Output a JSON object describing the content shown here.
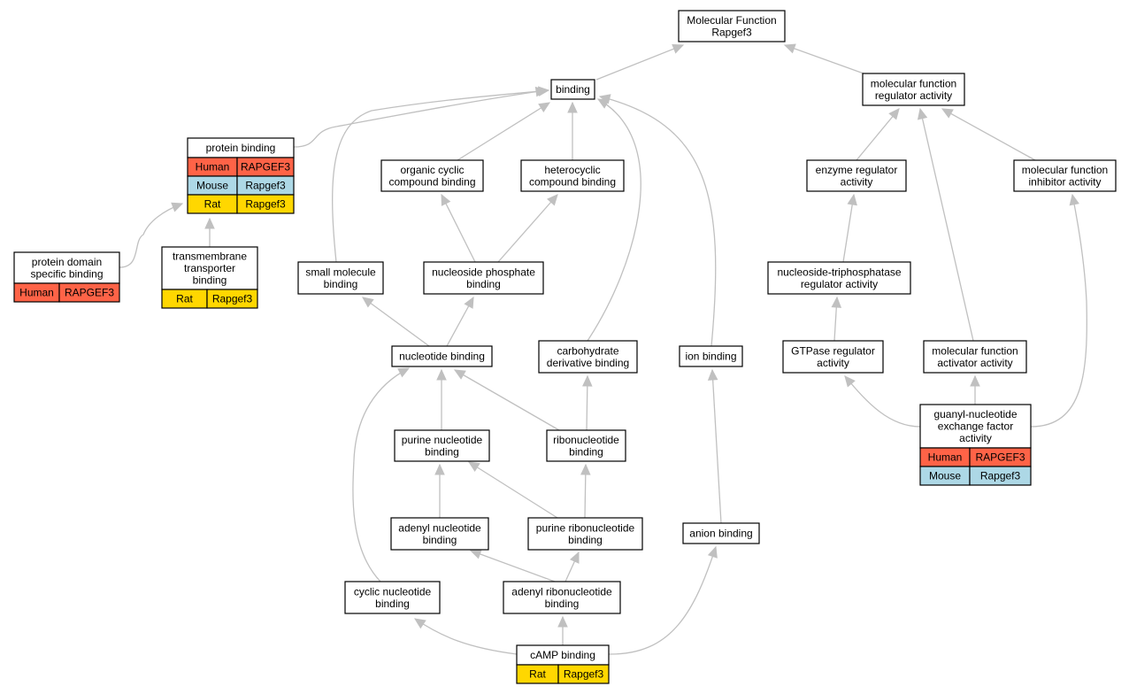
{
  "colors": {
    "edge": "#c0c0c0",
    "node_border": "#000000",
    "node_fill": "#ffffff",
    "human": "#ff6347",
    "mouse": "#add8e6",
    "rat": "#ffd700"
  },
  "nodes": {
    "root": {
      "lines": [
        "Molecular Function",
        "Rapgef3"
      ]
    },
    "binding": {
      "lines": [
        "binding"
      ]
    },
    "mf_regulator": {
      "lines": [
        "molecular function",
        "regulator activity"
      ]
    },
    "protein_binding": {
      "lines": [
        "protein binding"
      ],
      "species": [
        {
          "organism": "Human",
          "gene": "RAPGEF3",
          "color_key": "human"
        },
        {
          "organism": "Mouse",
          "gene": "Rapgef3",
          "color_key": "mouse"
        },
        {
          "organism": "Rat",
          "gene": "Rapgef3",
          "color_key": "rat"
        }
      ]
    },
    "organic_cyclic": {
      "lines": [
        "organic cyclic",
        "compound binding"
      ]
    },
    "heterocyclic": {
      "lines": [
        "heterocyclic",
        "compound binding"
      ]
    },
    "enzyme_reg": {
      "lines": [
        "enzyme regulator",
        "activity"
      ]
    },
    "mf_inhibitor": {
      "lines": [
        "molecular function",
        "inhibitor activity"
      ]
    },
    "protein_domain": {
      "lines": [
        "protein domain",
        "specific binding"
      ],
      "species": [
        {
          "organism": "Human",
          "gene": "RAPGEF3",
          "color_key": "human"
        }
      ]
    },
    "transmembrane": {
      "lines": [
        "transmembrane",
        "transporter",
        "binding"
      ],
      "species": [
        {
          "organism": "Rat",
          "gene": "Rapgef3",
          "color_key": "rat"
        }
      ]
    },
    "small_molecule": {
      "lines": [
        "small molecule",
        "binding"
      ]
    },
    "nucleoside_phosphate": {
      "lines": [
        "nucleoside phosphate",
        "binding"
      ]
    },
    "ntpase_reg": {
      "lines": [
        "nucleoside-triphosphatase",
        "regulator activity"
      ]
    },
    "nucleotide": {
      "lines": [
        "nucleotide binding"
      ]
    },
    "carbohydrate": {
      "lines": [
        "carbohydrate",
        "derivative binding"
      ]
    },
    "ion": {
      "lines": [
        "ion binding"
      ]
    },
    "gtpase_reg": {
      "lines": [
        "GTPase regulator",
        "activity"
      ]
    },
    "mf_activator": {
      "lines": [
        "molecular function",
        "activator activity"
      ]
    },
    "guanyl": {
      "lines": [
        "guanyl-nucleotide",
        "exchange factor",
        "activity"
      ],
      "species": [
        {
          "organism": "Human",
          "gene": "RAPGEF3",
          "color_key": "human"
        },
        {
          "organism": "Mouse",
          "gene": "Rapgef3",
          "color_key": "mouse"
        }
      ]
    },
    "purine_nucleotide": {
      "lines": [
        "purine nucleotide",
        "binding"
      ]
    },
    "ribonucleotide": {
      "lines": [
        "ribonucleotide",
        "binding"
      ]
    },
    "adenyl_nucleotide": {
      "lines": [
        "adenyl nucleotide",
        "binding"
      ]
    },
    "purine_ribonucleotide": {
      "lines": [
        "purine ribonucleotide",
        "binding"
      ]
    },
    "anion": {
      "lines": [
        "anion binding"
      ]
    },
    "cyclic_nucleotide": {
      "lines": [
        "cyclic nucleotide",
        "binding"
      ]
    },
    "adenyl_ribonucleotide": {
      "lines": [
        "adenyl ribonucleotide",
        "binding"
      ]
    },
    "camp": {
      "lines": [
        "cAMP binding"
      ],
      "species": [
        {
          "organism": "Rat",
          "gene": "Rapgef3",
          "color_key": "rat"
        }
      ]
    }
  },
  "edges": [
    {
      "from": "binding",
      "to": "root"
    },
    {
      "from": "mf_regulator",
      "to": "root"
    },
    {
      "from": "protein_binding",
      "to": "binding"
    },
    {
      "from": "organic_cyclic",
      "to": "binding"
    },
    {
      "from": "heterocyclic",
      "to": "binding"
    },
    {
      "from": "small_molecule",
      "to": "binding"
    },
    {
      "from": "carbohydrate",
      "to": "binding"
    },
    {
      "from": "ion",
      "to": "binding"
    },
    {
      "from": "enzyme_reg",
      "to": "mf_regulator"
    },
    {
      "from": "mf_inhibitor",
      "to": "mf_regulator"
    },
    {
      "from": "mf_activator",
      "to": "mf_regulator"
    },
    {
      "from": "protein_domain",
      "to": "protein_binding"
    },
    {
      "from": "transmembrane",
      "to": "protein_binding"
    },
    {
      "from": "nucleoside_phosphate",
      "to": "organic_cyclic"
    },
    {
      "from": "nucleoside_phosphate",
      "to": "heterocyclic"
    },
    {
      "from": "ntpase_reg",
      "to": "enzyme_reg"
    },
    {
      "from": "nucleotide",
      "to": "small_molecule"
    },
    {
      "from": "nucleotide",
      "to": "nucleoside_phosphate"
    },
    {
      "from": "gtpase_reg",
      "to": "ntpase_reg"
    },
    {
      "from": "guanyl",
      "to": "gtpase_reg"
    },
    {
      "from": "guanyl",
      "to": "mf_activator"
    },
    {
      "from": "guanyl",
      "to": "mf_inhibitor"
    },
    {
      "from": "purine_nucleotide",
      "to": "nucleotide"
    },
    {
      "from": "ribonucleotide",
      "to": "nucleotide"
    },
    {
      "from": "ribonucleotide",
      "to": "carbohydrate"
    },
    {
      "from": "adenyl_nucleotide",
      "to": "purine_nucleotide"
    },
    {
      "from": "purine_ribonucleotide",
      "to": "purine_nucleotide"
    },
    {
      "from": "purine_ribonucleotide",
      "to": "ribonucleotide"
    },
    {
      "from": "adenyl_ribonucleotide",
      "to": "adenyl_nucleotide"
    },
    {
      "from": "adenyl_ribonucleotide",
      "to": "purine_ribonucleotide"
    },
    {
      "from": "anion",
      "to": "ion"
    },
    {
      "from": "cyclic_nucleotide",
      "to": "nucleotide"
    },
    {
      "from": "camp",
      "to": "cyclic_nucleotide"
    },
    {
      "from": "camp",
      "to": "adenyl_ribonucleotide"
    },
    {
      "from": "camp",
      "to": "anion"
    }
  ]
}
